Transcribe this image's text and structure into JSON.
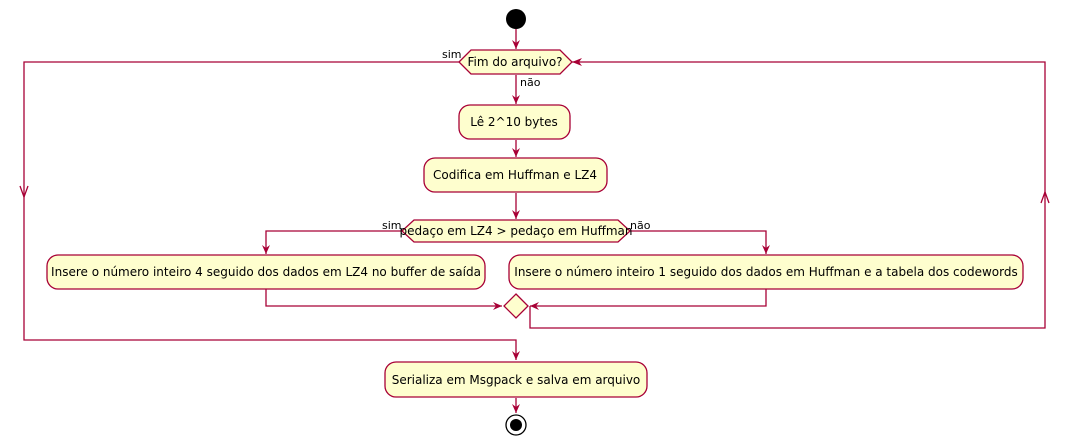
{
  "diagram": {
    "type": "activity",
    "colors": {
      "edge": "#A80036",
      "node_fill": "#FEFECE",
      "node_stroke": "#A80036",
      "start_end": "#000000"
    },
    "nodes": {
      "loop_condition": "Fim do arquivo?",
      "read_bytes": "Lê 2^10 bytes",
      "encode": "Codifica em Huffman e LZ4",
      "size_condition": "pedaço em LZ4 > pedaço em Huffman",
      "insert_lz4": "Insere o número inteiro 4 seguido dos dados em LZ4 no buffer de saída",
      "insert_huffman": "Insere o número inteiro 1 seguido dos dados em Huffman e a tabela dos codewords",
      "serialize": "Serializa em Msgpack e salva em arquivo"
    },
    "edge_labels": {
      "loop_yes": "sim",
      "loop_no": "não",
      "size_yes": "sim",
      "size_no": "não"
    }
  }
}
